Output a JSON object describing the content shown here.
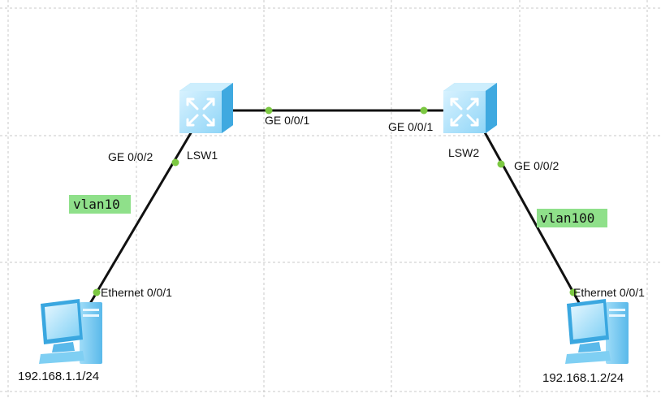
{
  "colors": {
    "link": "#111111",
    "port_dot": "#7cc842",
    "vlan_bg": "#8fe08a",
    "grid": "#c9c9c9",
    "device_light": "#b9e6fb",
    "device_mid": "#6cc7f2",
    "device_dark": "#2a9fd9"
  },
  "switches": {
    "lsw1": {
      "name": "LSW1",
      "icon": "switch-icon"
    },
    "lsw2": {
      "name": "LSW2",
      "icon": "switch-icon"
    }
  },
  "pcs": {
    "pc1": {
      "ip": "192.168.1.1/24",
      "icon": "pc-icon"
    },
    "pc2": {
      "ip": "192.168.1.2/24",
      "icon": "pc-icon"
    }
  },
  "ports": {
    "lsw1_uplink": "GE 0/0/1",
    "lsw2_uplink": "GE 0/0/1",
    "lsw1_access": "GE 0/0/2",
    "lsw2_access": "GE 0/0/2",
    "pc1_nic": "Ethernet 0/0/1",
    "pc2_nic": "Ethernet 0/0/1"
  },
  "vlans": {
    "left": "vlan10",
    "right": "vlan100"
  }
}
